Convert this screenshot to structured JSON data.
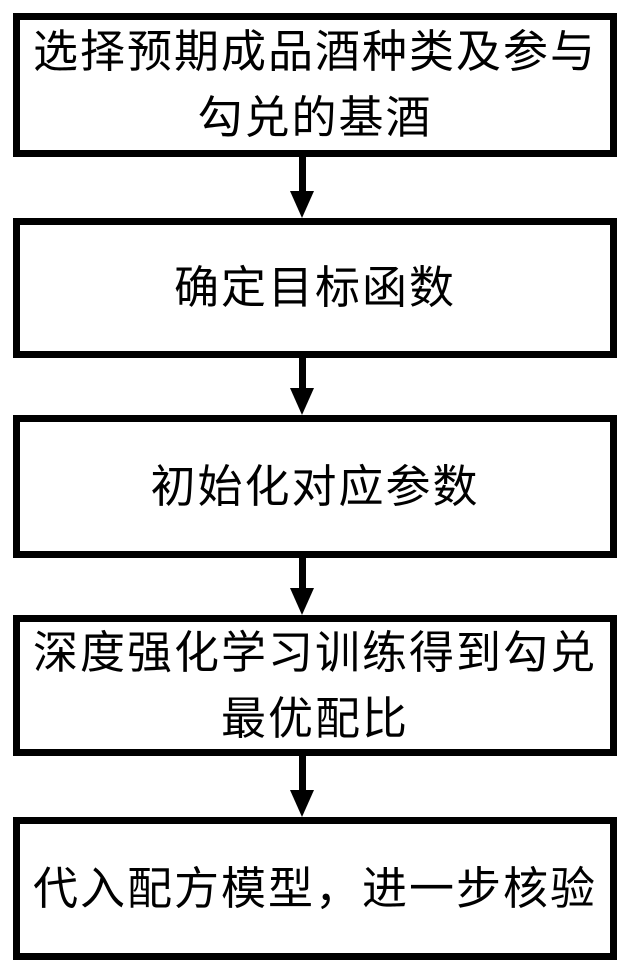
{
  "figure": {
    "type": "flowchart",
    "colors": {
      "background": "#ffffff",
      "box_border": "#000000",
      "box_fill": "#ffffff",
      "text": "#000000",
      "arrow": "#000000"
    },
    "steps": [
      {
        "text": "选择预期成品酒种类及参与\n勾兑的基酒"
      },
      {
        "text": "确定目标函数"
      },
      {
        "text": "初始化对应参数"
      },
      {
        "text": "深度强化学习训练得到勾兑\n最优配比"
      },
      {
        "text": "代入配方模型，进一步核验"
      }
    ]
  }
}
